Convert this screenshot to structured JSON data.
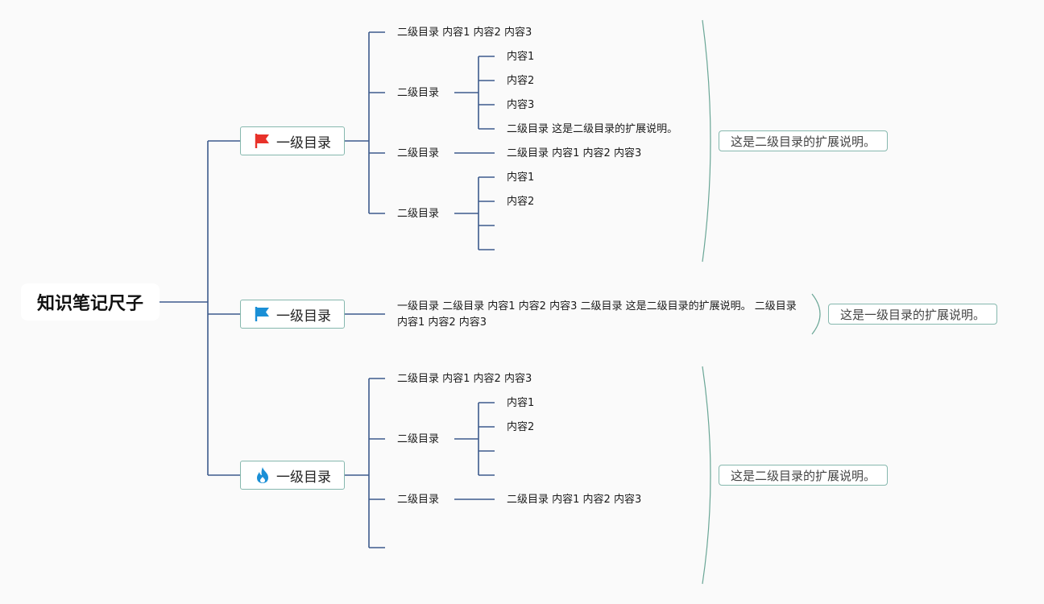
{
  "root": {
    "title": "知识笔记尺子"
  },
  "branches": [
    {
      "label": "一级目录",
      "icon": "red-flag-icon",
      "children": [
        {
          "text": "二级目录 内容1 内容2 内容3"
        },
        {
          "text": "二级目录",
          "children": [
            "内容1",
            "内容2",
            "内容3",
            "二级目录 这是二级目录的扩展说明。"
          ]
        },
        {
          "text": "二级目录",
          "children": [
            "二级目录 内容1 内容2 内容3"
          ]
        },
        {
          "text": "二级目录",
          "children": [
            "内容1",
            "内容2",
            "",
            ""
          ]
        }
      ],
      "note": "这是二级目录的扩展说明。"
    },
    {
      "label": "一级目录",
      "icon": "blue-flag-icon",
      "summary": "一级目录 二级目录 内容1 内容2 内容3 二级目录 这是二级目录的扩展说明。 二级目录 内容1 内容2 内容3",
      "note": "这是一级目录的扩展说明。"
    },
    {
      "label": "一级目录",
      "icon": "fire-icon",
      "children": [
        {
          "text": "二级目录 内容1 内容2 内容3"
        },
        {
          "text": "二级目录",
          "children": [
            "内容1",
            "内容2",
            "",
            ""
          ]
        },
        {
          "text": "二级目录",
          "children": [
            "二级目录 内容1 内容2 内容3"
          ]
        },
        {
          "text": ""
        }
      ],
      "note": "这是二级目录的扩展说明。"
    }
  ],
  "colors": {
    "line": "#3d5a8c",
    "border": "#86b8ae",
    "background": "#fafafa",
    "flag_red": "#e8322a",
    "flag_blue": "#1a8fd6",
    "fire": "#1a8fd6"
  }
}
